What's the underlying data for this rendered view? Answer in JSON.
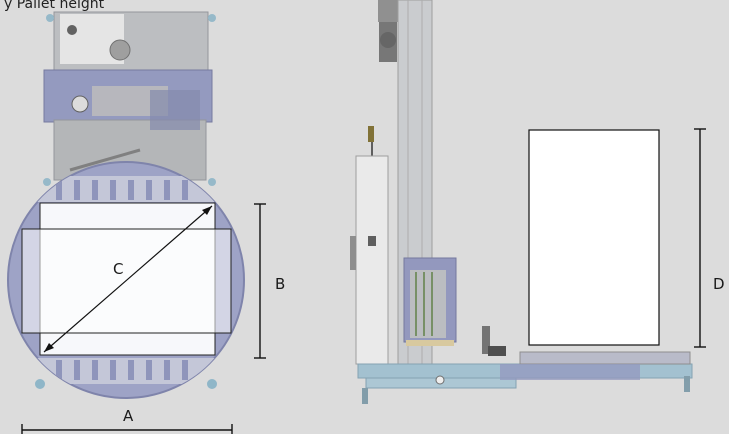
{
  "caption": "y Pallet height",
  "dimensions": {
    "a": "A",
    "b": "B",
    "c": "C",
    "d": "D"
  },
  "colors": {
    "background": "#dcdcdc",
    "machine_gray": "#aeb0b3",
    "machine_blue": "#8d93bc",
    "frame_blue": "#9fbfcf",
    "outline": "#111111",
    "pallet_fill": "#ffffff"
  }
}
